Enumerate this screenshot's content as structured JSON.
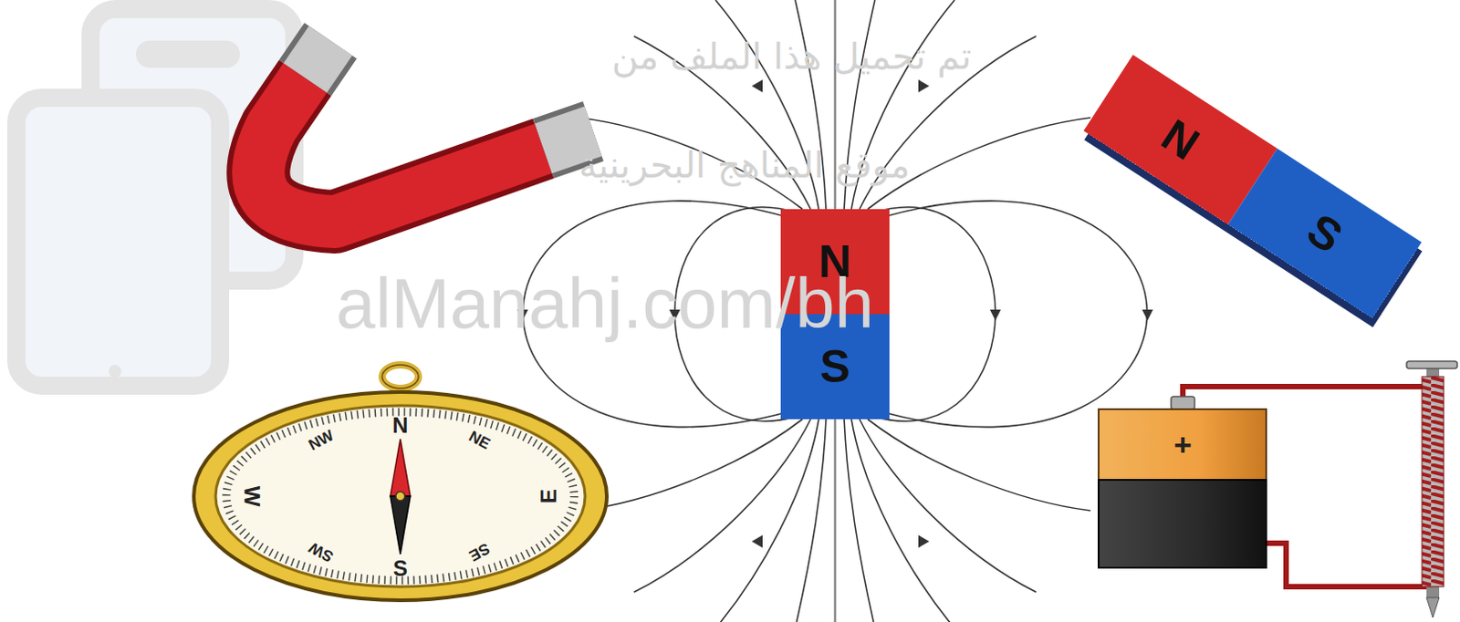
{
  "diagram": {
    "nodes": [
      {
        "text": [
          "N"
        ]
      },
      {
        "text": [
          "S"
        ]
      },
      {
        "text": [
          "N"
        ]
      },
      {
        "text": [
          "S"
        ]
      }
    ],
    "labels": [
      "تم تحميل هذا الملف من",
      "موقع المناهج البحرينية",
      "alManahj.com/bh",
      "N",
      "NW",
      "NE",
      "W",
      "E",
      "SW",
      "SE",
      "S",
      "+"
    ]
  }
}
